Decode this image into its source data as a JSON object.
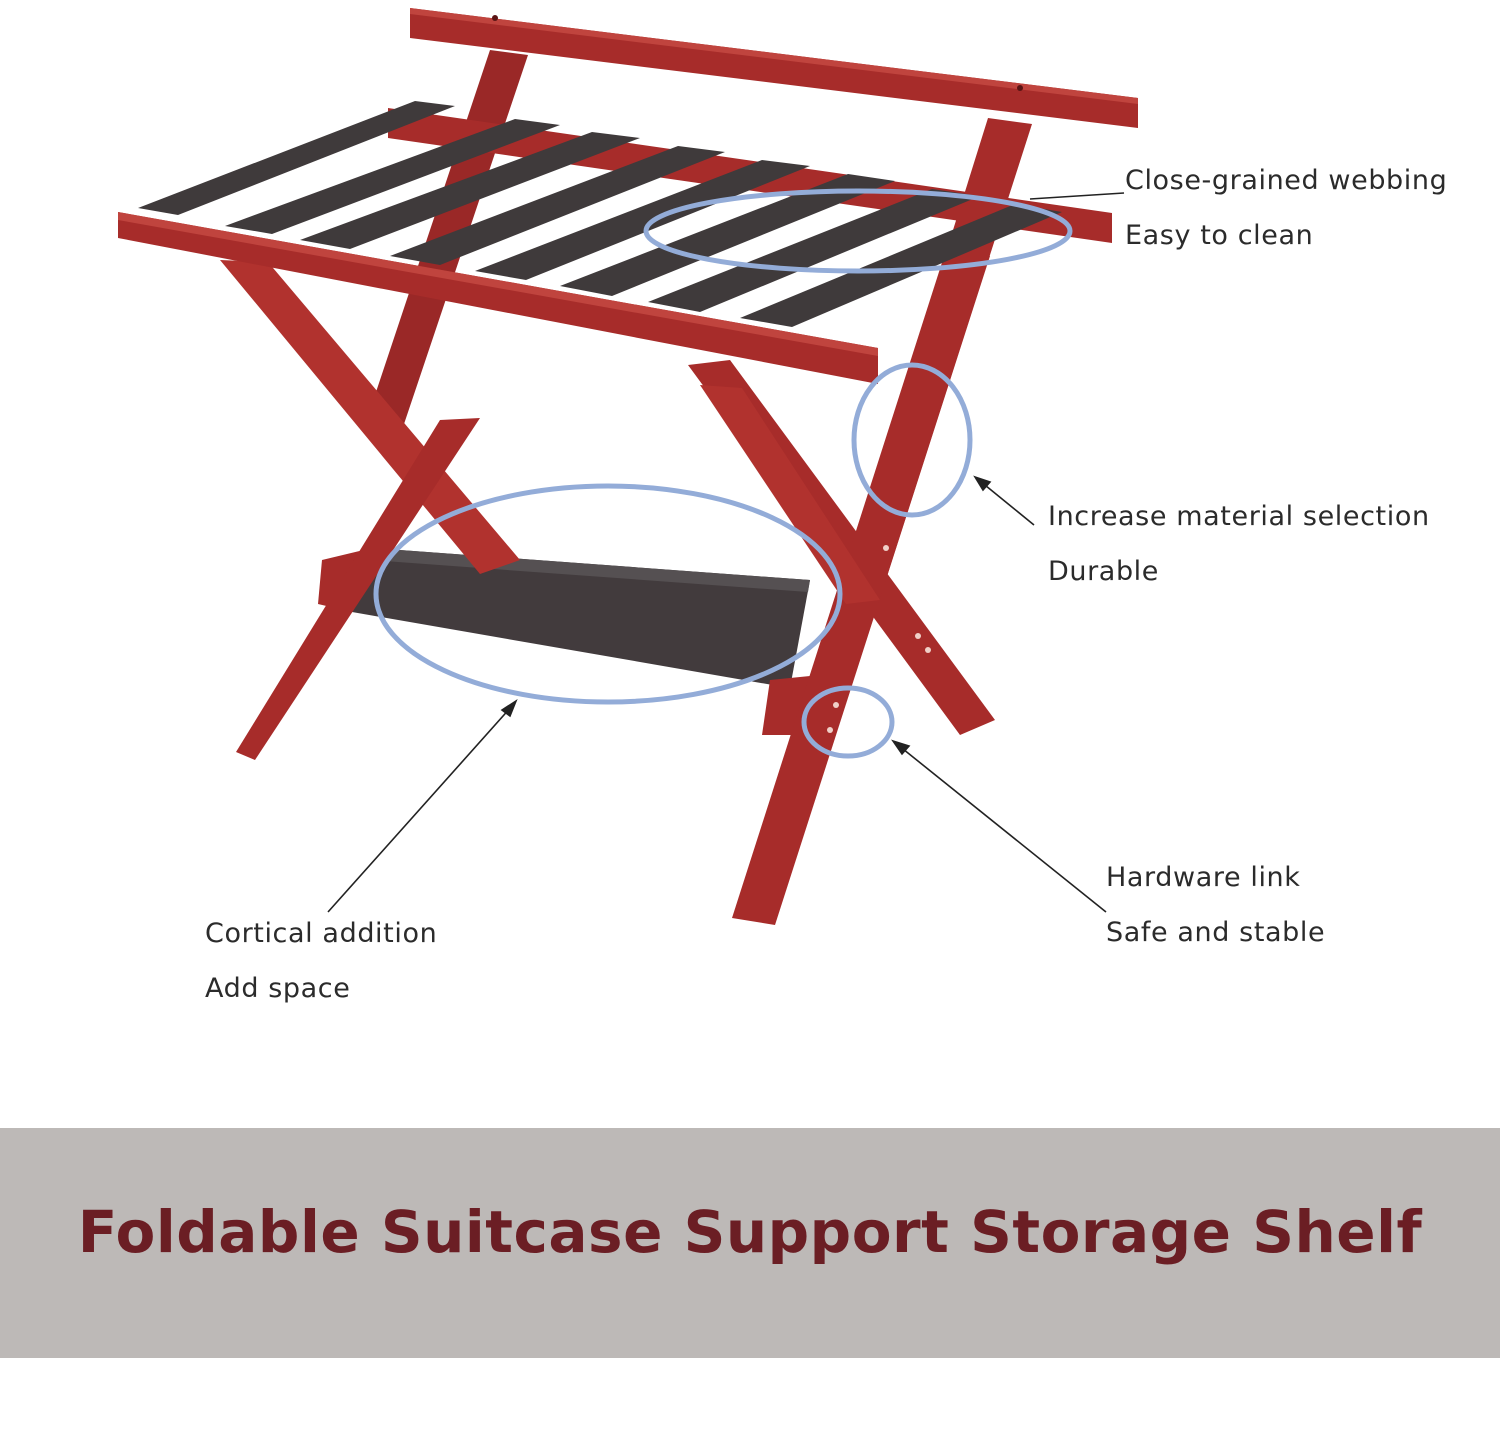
{
  "colors": {
    "wood": "#a72c2a",
    "wood_dark": "#8d2322",
    "webbing": "#3f3a3b",
    "callout_circle": "#93acd8",
    "banner_bg": "#bdb9b7",
    "banner_text": "#6b1e24"
  },
  "callouts": {
    "webbing": {
      "line1": "Close-grained webbing",
      "line2": "Easy to clean"
    },
    "material": {
      "line1": "Increase material selection",
      "line2": "Durable"
    },
    "hardware": {
      "line1": "Hardware link",
      "line2": "Safe and stable"
    },
    "cortical": {
      "line1": "Cortical addition",
      "line2": "Add space"
    }
  },
  "banner": {
    "title": "Foldable Suitcase Support Storage Shelf"
  }
}
